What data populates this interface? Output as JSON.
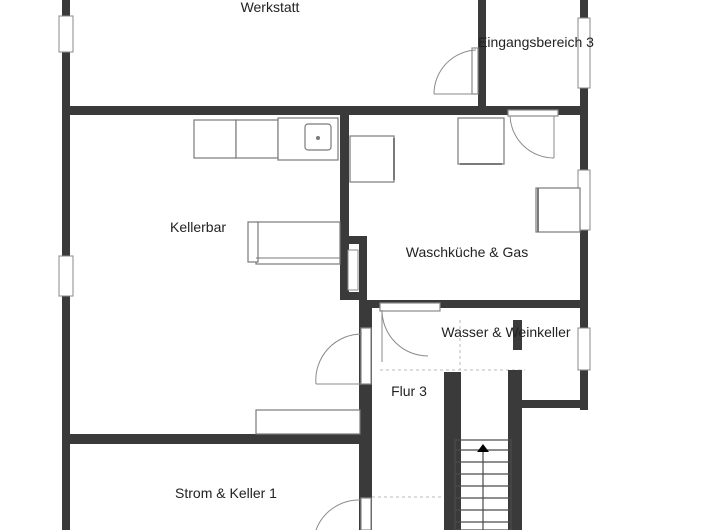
{
  "floor_plan": {
    "rooms": [
      {
        "id": "werkstatt",
        "label": "Werkstatt"
      },
      {
        "id": "eingangsbereich-3",
        "label": "Eingangsbereich 3"
      },
      {
        "id": "kellerbar",
        "label": "Kellerbar"
      },
      {
        "id": "waschkueche-gas",
        "label": "Waschküche & Gas"
      },
      {
        "id": "wasser-weinkeller",
        "label": "Wasser & Weinkeller"
      },
      {
        "id": "flur-3",
        "label": "Flur 3"
      },
      {
        "id": "strom-keller-1",
        "label": "Strom & Keller 1"
      }
    ]
  }
}
